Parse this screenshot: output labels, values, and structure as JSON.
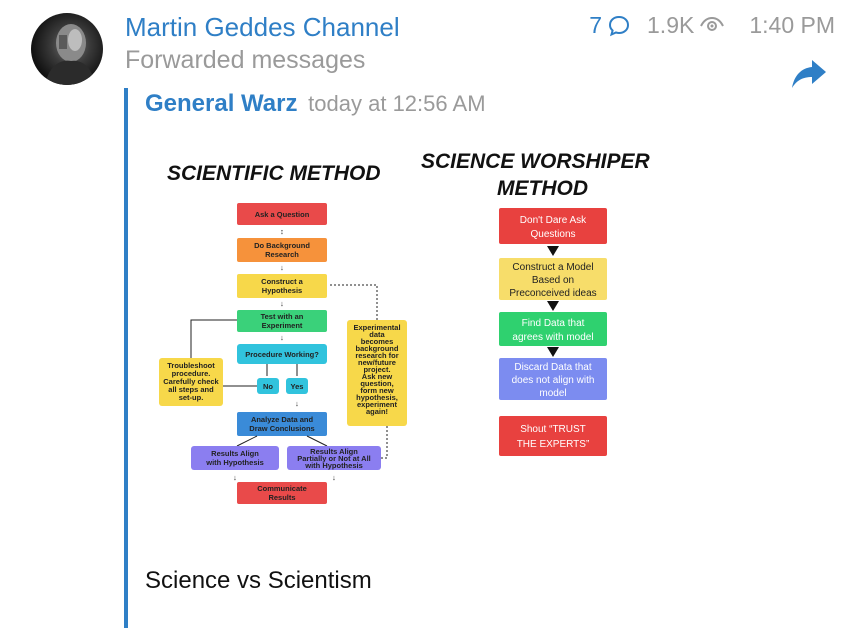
{
  "post": {
    "channel_name": "Martin Geddes Channel",
    "forward_note": "Forwarded messages",
    "reply_count": "7",
    "view_count": "1.9K",
    "time": "1:40 PM"
  },
  "forward": {
    "author": "General Warz",
    "date": "today at 12:56 AM"
  },
  "image": {
    "left_title": "SCIENTIFIC METHOD",
    "right_title_line1": "SCIENCE WORSHIPER",
    "right_title_line2": "METHOD",
    "left_steps": {
      "ask": "Ask a Question",
      "background_1": "Do Background",
      "background_2": "Research",
      "hypo_1": "Construct a",
      "hypo_2": "Hypothesis",
      "test_1": "Test with an",
      "test_2": "Experiment",
      "working": "Procedure Working?",
      "no": "No",
      "yes": "Yes",
      "trouble_1": "Troubleshoot",
      "trouble_2": "procedure.",
      "trouble_3": "Carefully check",
      "trouble_4": "all steps and",
      "trouble_5": "set-up.",
      "analyze_1": "Analyze Data and",
      "analyze_2": "Draw Conclusions",
      "align_1": "Results Align",
      "align_2": "with Hypothesis",
      "partial_1": "Results Align",
      "partial_2": "Partially or Not at All",
      "partial_3": "with Hypothesis",
      "comm_1": "Communicate",
      "comm_2": "Results",
      "exp_1": "Experimental",
      "exp_2": "data",
      "exp_3": "becomes",
      "exp_4": "background",
      "exp_5": "research for",
      "exp_6": "new/future",
      "exp_7": "project.",
      "exp_8": "Ask new",
      "exp_9": "question,",
      "exp_10": "form new",
      "exp_11": "hypothesis,",
      "exp_12": "experiment",
      "exp_13": "again!"
    },
    "right_steps": {
      "dont_1": "Don't Dare Ask",
      "dont_2": "Questions",
      "model_1": "Construct a Model",
      "model_2": "Based on",
      "model_3": "Preconceived ideas",
      "find_1": "Find Data that",
      "find_2": "agrees with model",
      "discard_1": "Discard Data that",
      "discard_2": "does not align with",
      "discard_3": "model",
      "shout_1": "Shout “TRUST",
      "shout_2": "THE EXPERTS”"
    }
  },
  "caption": "Science vs Scientism",
  "colors": {
    "accent": "#2f7fc6",
    "muted": "#9a9a9a"
  },
  "icons": {
    "replies": "speech-bubble-icon",
    "views": "eye-icon",
    "share": "share-arrow-icon"
  }
}
